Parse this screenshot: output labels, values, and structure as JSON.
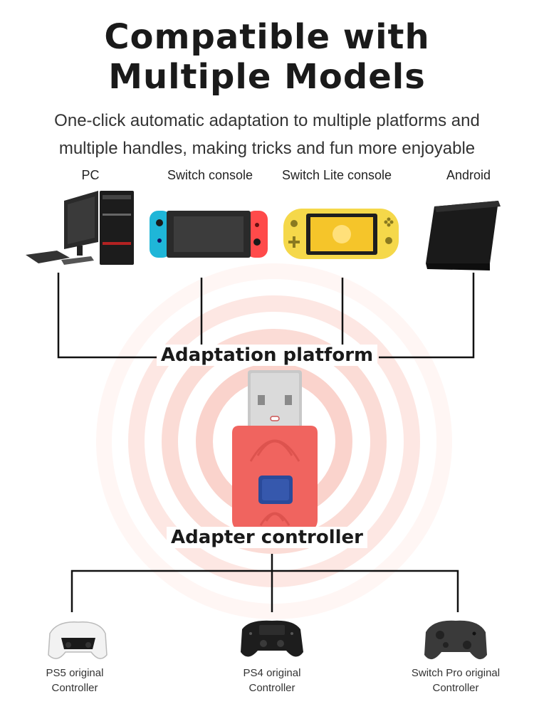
{
  "header": {
    "title_line1": "Compatible with",
    "title_line2": "Multiple Models",
    "subtitle_line1": "One-click automatic adaptation to multiple platforms and",
    "subtitle_line2": "multiple handles, making tricks and fun more enjoyable"
  },
  "platforms": [
    {
      "label": "PC",
      "icon": "pc-icon"
    },
    {
      "label": "Switch console",
      "icon": "switch-console-icon"
    },
    {
      "label": "Switch Lite console",
      "icon": "switch-lite-icon"
    },
    {
      "label": "Android",
      "icon": "android-box-icon"
    }
  ],
  "adaptation_label": "Adaptation platform",
  "adapter_label": "Adapter controller",
  "controllers": [
    {
      "line1": "PS5 original",
      "line2": "Controller",
      "icon": "ps5-controller-icon"
    },
    {
      "line1": "PS4 original",
      "line2": "Controller",
      "icon": "ps4-controller-icon"
    },
    {
      "line1": "Switch Pro original",
      "line2": "Controller",
      "icon": "switch-pro-controller-icon"
    }
  ],
  "colors": {
    "adapter_body": "#f0645f",
    "adapter_button": "#2a4a9a",
    "switch_left": "#1fb6d8",
    "switch_right": "#ff4a4a",
    "switch_lite": "#f5d84a",
    "rings": "#fbe0dc"
  }
}
